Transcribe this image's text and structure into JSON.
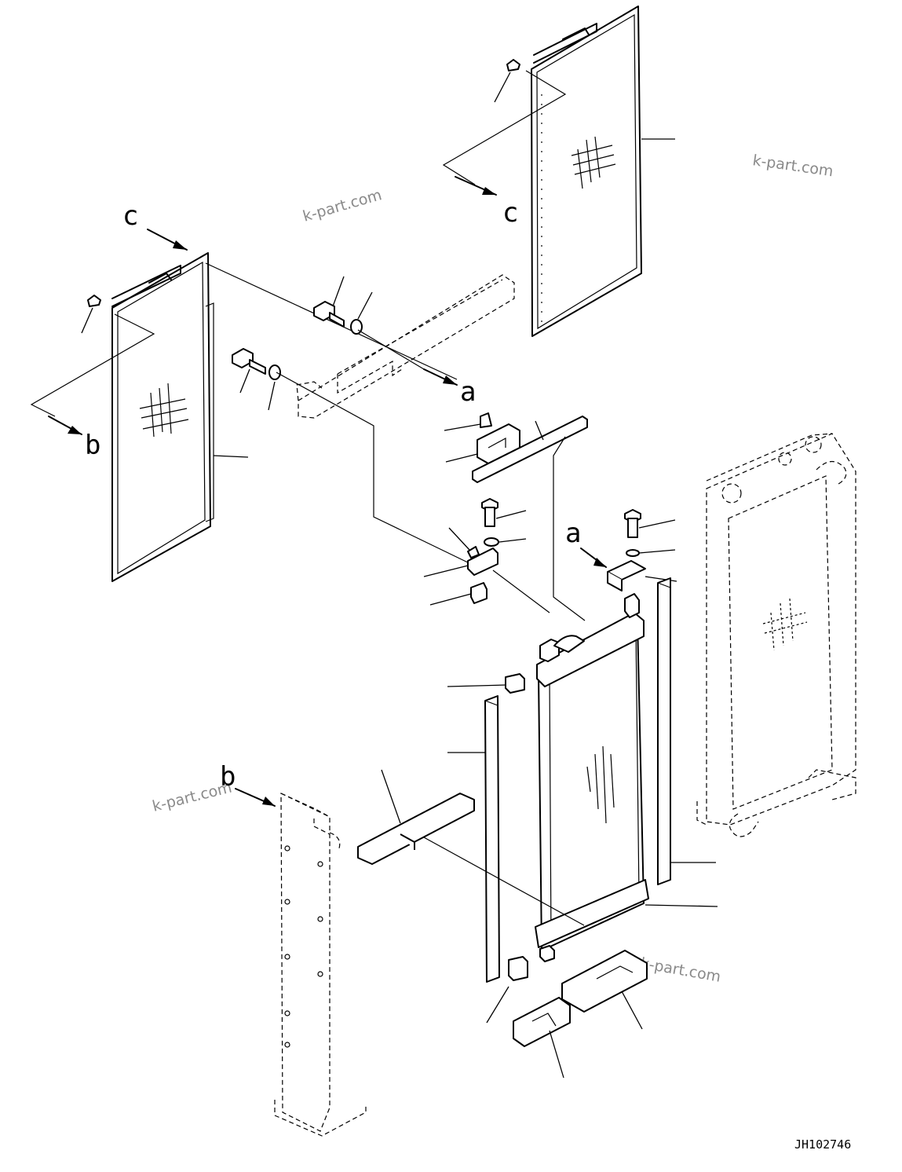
{
  "reference_labels": {
    "a_top": "a",
    "a_bracket": "a",
    "b_left": "b",
    "b_column": "b",
    "c_left": "c",
    "c_right": "c"
  },
  "watermarks": {
    "top_center": "k-part.com",
    "top_right": "k-part.com",
    "left_middle": "k-part.com",
    "bottom_right": "k-part.com"
  },
  "drawing_code": "JH102746"
}
